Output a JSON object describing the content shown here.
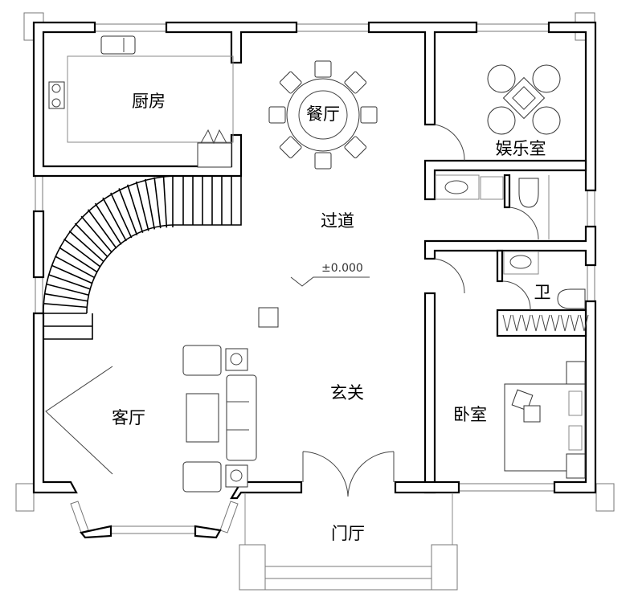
{
  "plan": {
    "rooms": {
      "kitchen": "厨房",
      "dining": "餐厅",
      "entertainment": "娱乐室",
      "corridor": "过道",
      "bathroom": "卫",
      "bedroom": "卧室",
      "foyer": "玄关",
      "living": "客厅",
      "porch": "门厅"
    },
    "elevation_mark": "±0.000",
    "dining_chairs": 8,
    "colors": {
      "wall": "#000000",
      "window": "#777777",
      "background": "#ffffff"
    }
  }
}
